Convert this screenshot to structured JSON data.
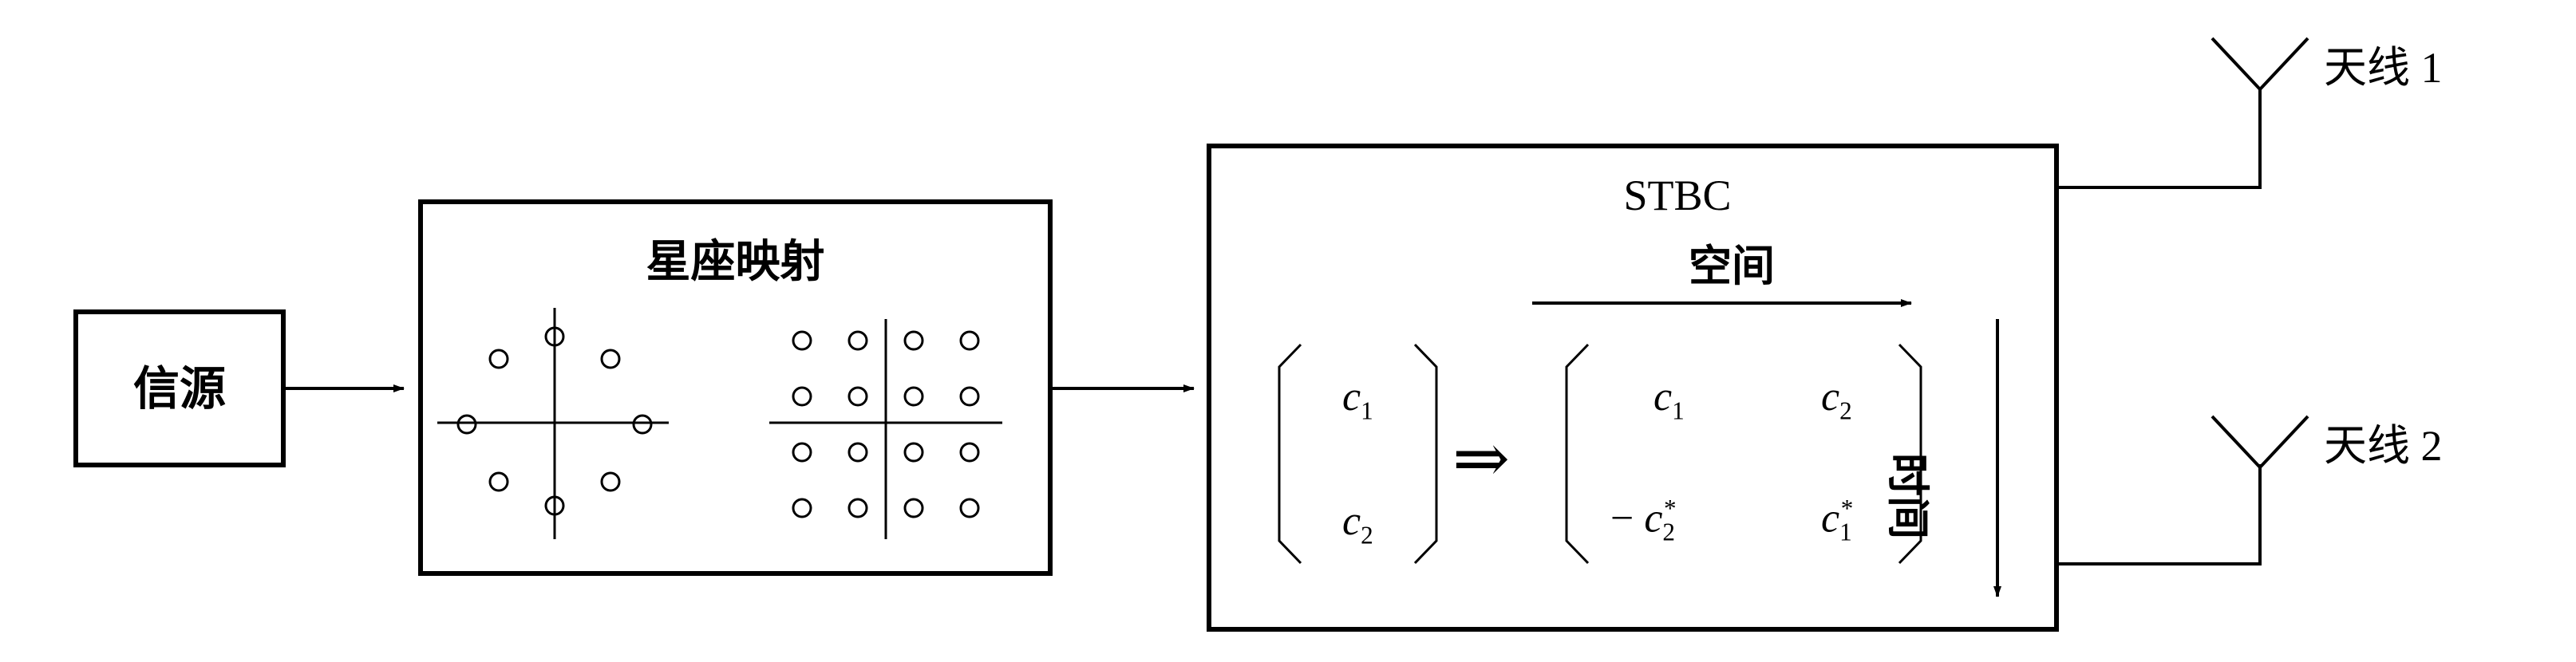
{
  "source_label": "信源",
  "mapper": {
    "title": "星座映射"
  },
  "stbc": {
    "title": "STBC",
    "space_label": "空间",
    "time_label": "时间",
    "input": {
      "c1": "c",
      "c1_sub": "1",
      "c2": "c",
      "c2_sub": "2"
    },
    "implies_symbol": "⇒",
    "matrix": {
      "r1c1": "c",
      "r1c1_sub": "1",
      "r1c2": "c",
      "r1c2_sub": "2",
      "r2c1_sign": "−",
      "r2c1": "c",
      "r2c1_sub": "2",
      "r2c1_sup": "*",
      "r2c2": "c",
      "r2c2_sub": "1",
      "r2c2_sup": "*"
    }
  },
  "antennas": [
    {
      "label": "天线 1"
    },
    {
      "label": "天线 2"
    }
  ]
}
